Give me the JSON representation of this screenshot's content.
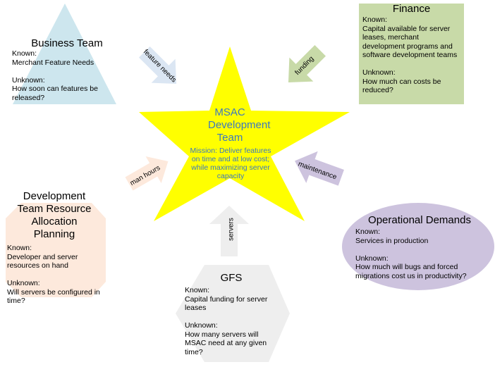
{
  "center": {
    "title": "MSAC Development Team",
    "mission": "Mission: Deliver features on time and at low cost; while maximizing server capacity"
  },
  "business_team": {
    "title": "Business Team",
    "body": "Known:\nMerchant Feature Needs\n\nUnknown:\nHow soon can features be released?"
  },
  "finance": {
    "title": "Finance",
    "body": "Known:\nCapital available for server leases, merchant development programs and software development teams\n\nUnknown:\nHow much can costs be reduced?"
  },
  "dev_team": {
    "title": "Development Team Resource Allocation Planning",
    "body": "Known:\nDeveloper and server resources on hand\n\nUnknown:\nWill servers be configured in time?"
  },
  "operational": {
    "title": "Operational Demands",
    "body": "Known:\nServices in production\n\nUnknown:\nHow much will bugs and forced migrations cost us in productivity?"
  },
  "gfs": {
    "title": "GFS",
    "body": "Known:\nCapital funding for server leases\n\nUnknown:\nHow many servers will MSAC need at any given time?"
  },
  "arrows": {
    "feature_needs": "feature needs",
    "funding": "funding",
    "man_hours": "man hours",
    "maintenance": "maintenance",
    "servers": "servers"
  },
  "colors": {
    "star": "#ffff00",
    "business": "#cde6ee",
    "finance": "#c8daa8",
    "dev_team": "#fde9dc",
    "operational": "#cdc3de",
    "gfs": "#eeeeee",
    "arrow_blue": "#dbe6f3",
    "arrow_green": "#c8daa8",
    "arrow_peach": "#fde9dc",
    "arrow_purple": "#cdc3de",
    "arrow_gray": "#eeeeee",
    "star_text": "#3b78c0"
  }
}
